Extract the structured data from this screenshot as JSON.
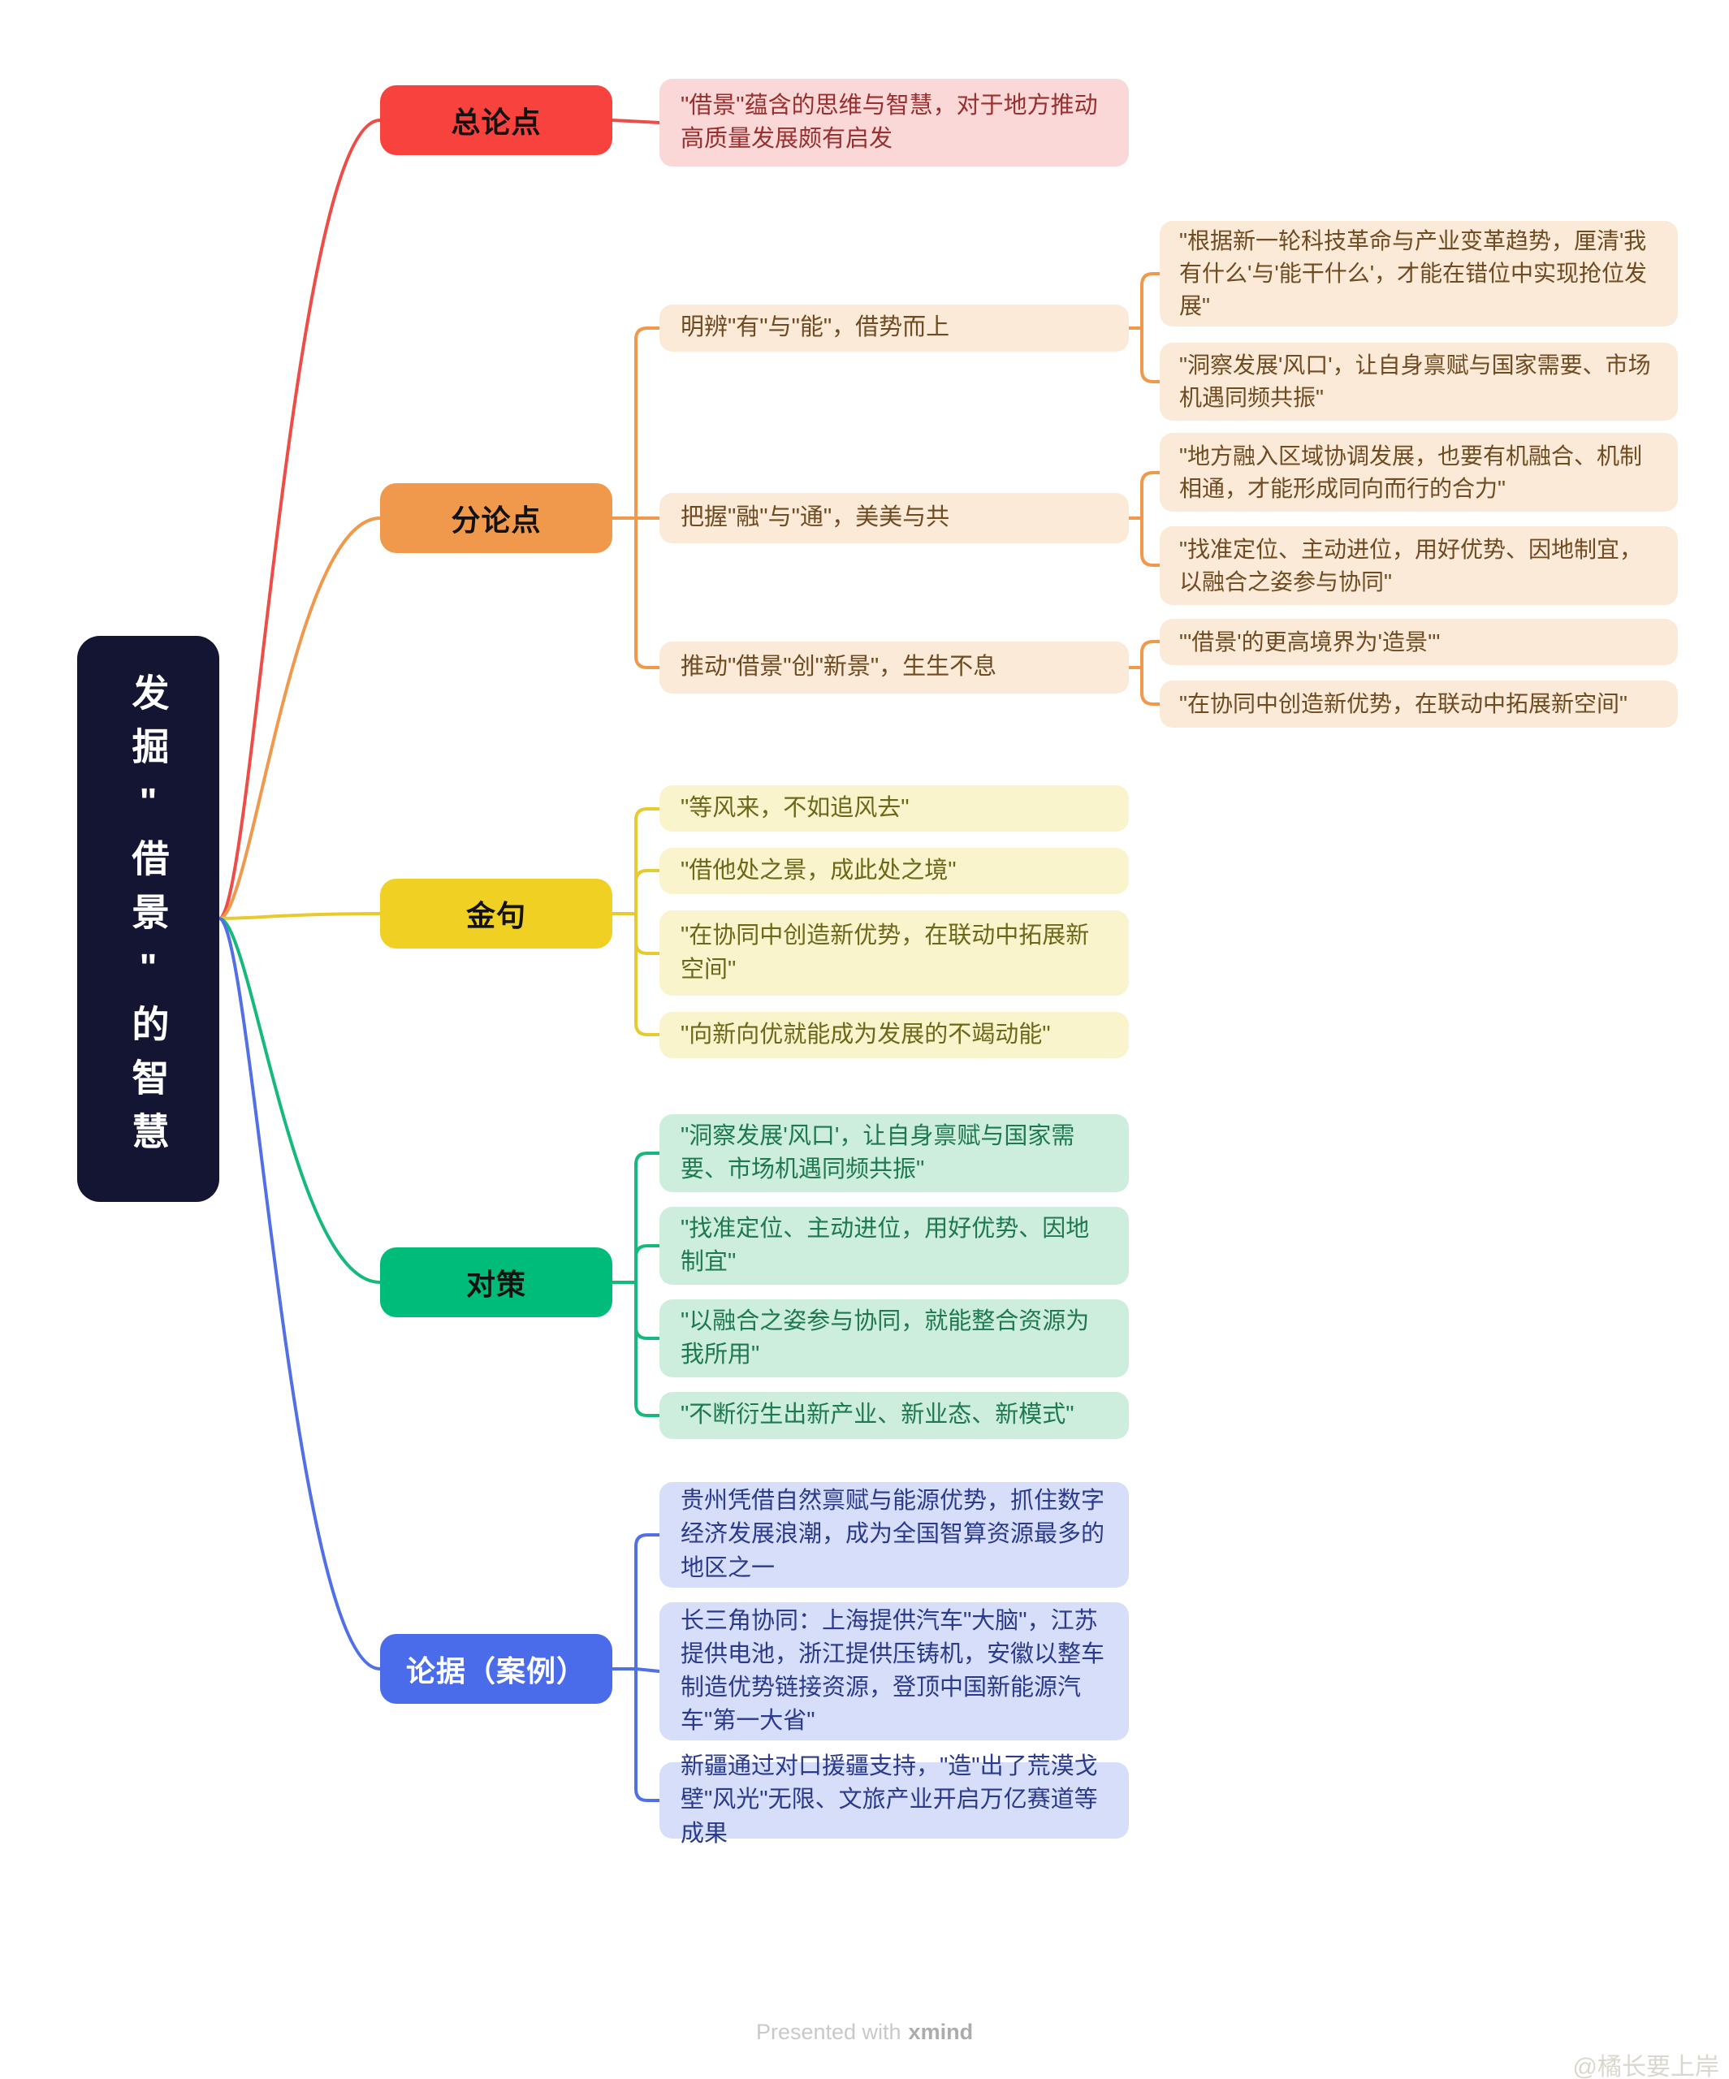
{
  "root": {
    "label": "发掘\"借景\"的智慧"
  },
  "branches": [
    {
      "label": "总论点",
      "color": "#F8423D",
      "children": [
        {
          "text": "\"借景\"蕴含的思维与智慧，对于地方推动高质量发展颇有启发"
        }
      ]
    },
    {
      "label": "分论点",
      "color": "#F0994C",
      "children": [
        {
          "text": "明辨\"有\"与\"能\"，借势而上",
          "children": [
            {
              "text": "\"根据新一轮科技革命与产业变革趋势，厘清'我有什么'与'能干什么'，才能在错位中实现抢位发展\""
            },
            {
              "text": "\"洞察发展'风口'，让自身禀赋与国家需要、市场机遇同频共振\""
            }
          ]
        },
        {
          "text": "把握\"融\"与\"通\"，美美与共",
          "children": [
            {
              "text": "\"地方融入区域协调发展，也要有机融合、机制相通，才能形成同向而行的合力\""
            },
            {
              "text": "\"找准定位、主动进位，用好优势、因地制宜，以融合之姿参与协同\""
            }
          ]
        },
        {
          "text": "推动\"借景\"创\"新景\"，生生不息",
          "children": [
            {
              "text": "\"'借景'的更高境界为'造景'\""
            },
            {
              "text": "\"在协同中创造新优势，在联动中拓展新空间\""
            }
          ]
        }
      ]
    },
    {
      "label": "金句",
      "color": "#F0D123",
      "children": [
        {
          "text": "\"等风来，不如追风去\""
        },
        {
          "text": "\"借他处之景，成此处之境\""
        },
        {
          "text": "\"在协同中创造新优势，在联动中拓展新空间\""
        },
        {
          "text": "\"向新向优就能成为发展的不竭动能\""
        }
      ]
    },
    {
      "label": "对策",
      "color": "#00BC7B",
      "children": [
        {
          "text": "\"洞察发展'风口'，让自身禀赋与国家需要、市场机遇同频共振\""
        },
        {
          "text": "\"找准定位、主动进位，用好优势、因地制宜\""
        },
        {
          "text": "\"以融合之姿参与协同，就能整合资源为我所用\""
        },
        {
          "text": "\"不断衍生出新产业、新业态、新模式\""
        }
      ]
    },
    {
      "label": "论据（案例）",
      "color": "#4A6BEA",
      "children": [
        {
          "text": "贵州凭借自然禀赋与能源优势，抓住数字经济发展浪潮，成为全国智算资源最多的地区之一"
        },
        {
          "text": "长三角协同：上海提供汽车\"大脑\"，江苏提供电池，浙江提供压铸机，安徽以整车制造优势链接资源，登顶中国新能源汽车\"第一大省\""
        },
        {
          "text": "新疆通过对口援疆支持，\"造\"出了荒漠戈壁\"风光\"无限、文旅产业开启万亿赛道等成果"
        }
      ]
    }
  ],
  "footer": {
    "presented_prefix": "Presented with",
    "brand": "xmind",
    "watermark": "@橘长要上岸"
  },
  "colors": {
    "root_bg": "#141433",
    "red_branch": "#F8423D",
    "red_child_bg": "#FAD8D8",
    "red_child_text": "#97302E",
    "orange_branch": "#F0994C",
    "orange_child_bg": "#FBEAD7",
    "orange_child_text": "#6F4B22",
    "yellow_branch": "#F0D123",
    "yellow_child_bg": "#FAF4CD",
    "yellow_child_text": "#6B681A",
    "green_branch": "#00BC7B",
    "green_child_bg": "#CEEEDD",
    "green_child_text": "#1E7850",
    "blue_branch": "#4A6BEA",
    "blue_child_bg": "#D6DEF9",
    "blue_child_text": "#2B3A8A"
  }
}
